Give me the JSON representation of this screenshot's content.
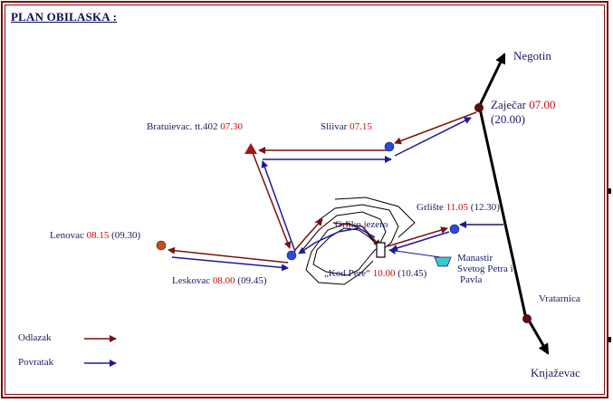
{
  "title": "PLAN OBILASKA :",
  "places": {
    "negotin": "Negotin",
    "zajecar": {
      "name": "Zaječar",
      "time": "07.00",
      "time2": "(20.00)"
    },
    "sliivar": {
      "name": "Sliivar",
      "time": "07.15"
    },
    "bratuievac": {
      "name": "Bratuievac. tt.402",
      "time": "07.30"
    },
    "grliste": {
      "name": "Grlište",
      "time": "11.05",
      "time2": "(12.30)"
    },
    "grlisko_jezero": "Grlјkо jezero",
    "lenovac": {
      "name": "Lenovac",
      "time": "08.15",
      "time2": "(09.30)"
    },
    "leskovac": {
      "name": "Leskovac",
      "time": "08.00",
      "time2": "(09.45)"
    },
    "kod_pere": {
      "name": "„Kod Pere“",
      "time": "10.00",
      "time2": "(10.45)"
    },
    "manastir": {
      "line1": "Manastir",
      "line2": "Svetog Petra i",
      "line3": "Pavla"
    },
    "vratarnica": "Vratarnica",
    "knjazevac": "Knjaževac"
  },
  "legend": {
    "departure": "Odlazak",
    "return": "Povratak"
  },
  "colors": {
    "departure": "#7a1010",
    "return": "#1a1aa0",
    "road": "#000000",
    "node_blue": "#2a4bd7",
    "node_dark": "#5a0e0e",
    "node_orange": "#c0501a",
    "frame": "#7a1010"
  }
}
